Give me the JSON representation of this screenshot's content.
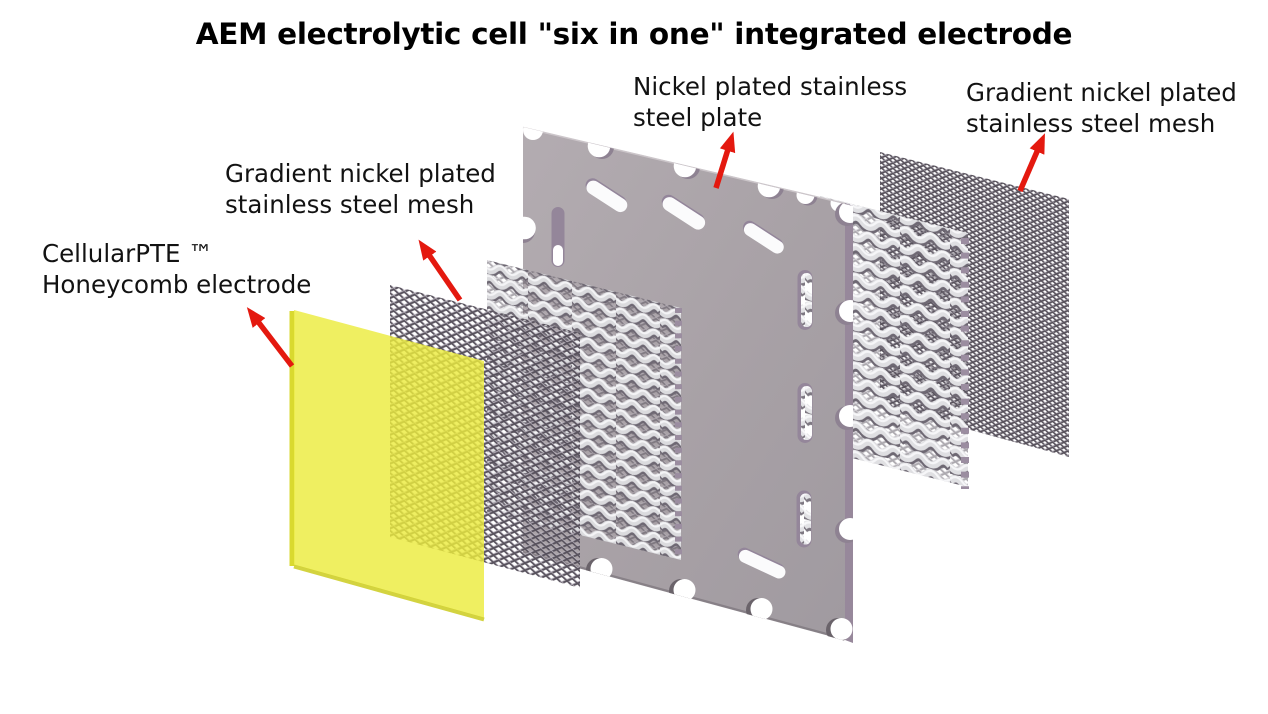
{
  "title": "AEM electrolytic cell \"six in one\" integrated electrode",
  "labels": {
    "plate": {
      "line1": "Nickel plated stainless",
      "line2": "steel plate"
    },
    "gradient_mesh_right": {
      "line1": "Gradient nickel plated",
      "line2": "stainless steel mesh"
    },
    "gradient_mesh_left": {
      "line1": "Gradient nickel plated",
      "line2": "stainless steel mesh"
    },
    "honeycomb": {
      "line1": "CellularPTE ™",
      "line2": "Honeycomb electrode"
    }
  },
  "colors": {
    "background": "#ffffff",
    "text": "#121212",
    "arrow_red": "#e4190f",
    "honeycomb_yellow": "#ebeb3e",
    "plate_gray": "#a8a1a6",
    "plate_edge_mauve": "#97889b",
    "mesh_strand_dark": "#57515c",
    "corrugated_wire_light": "#dbdbde"
  }
}
